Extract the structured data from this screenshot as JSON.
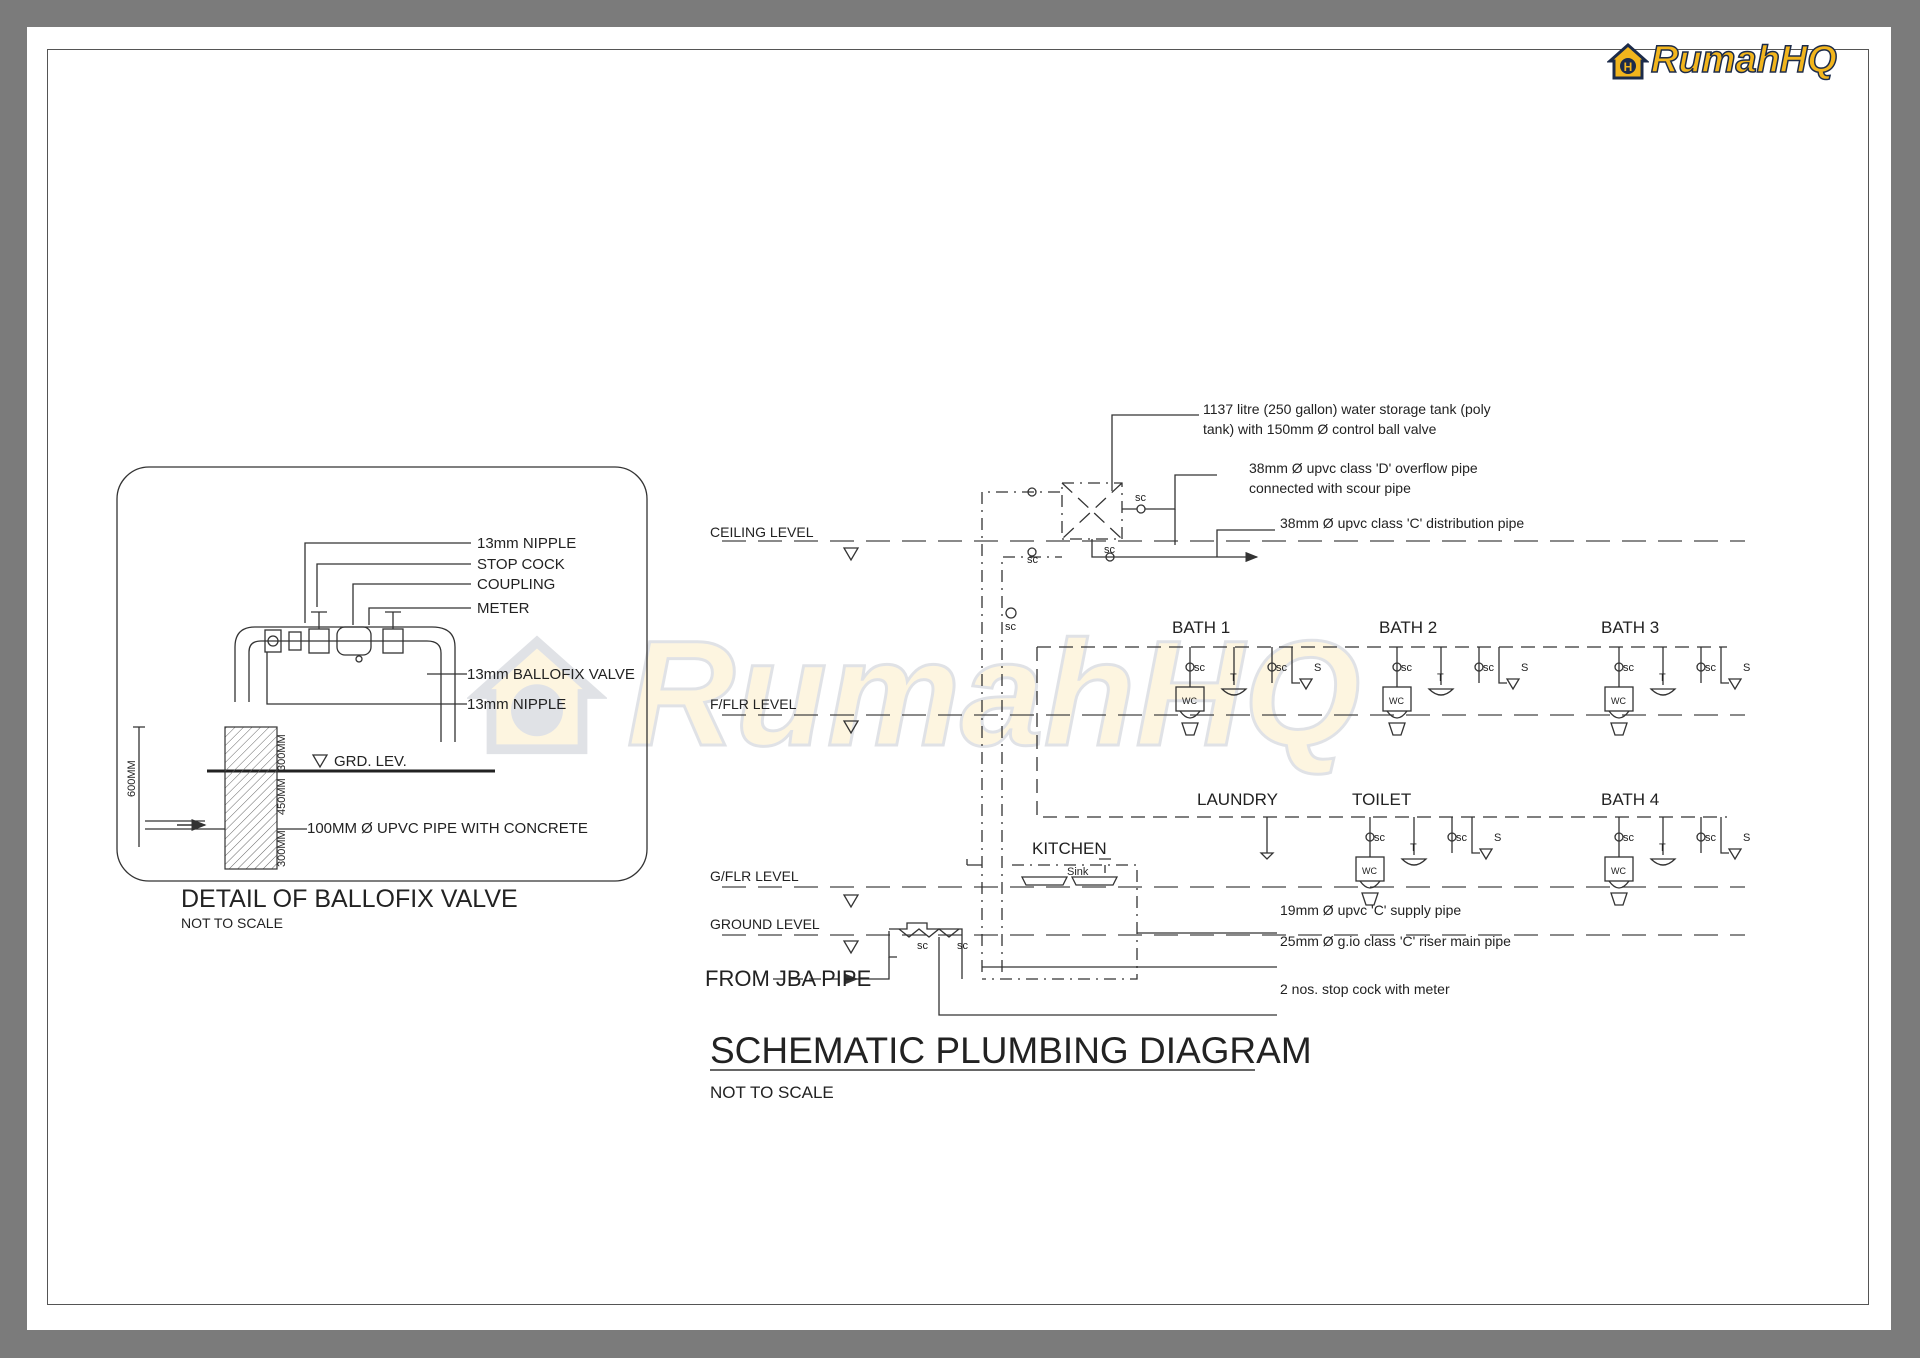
{
  "logo": {
    "text": "RumahHQ"
  },
  "watermark": {
    "text": "RumahHQ"
  },
  "ballofix": {
    "labels": {
      "nipple_top": "13mm NIPPLE",
      "stop_cock": "STOP COCK",
      "coupling": "COUPLING",
      "meter": "METER",
      "ballofix_valve": "13mm BALLOFIX VALVE",
      "nipple_bottom": "13mm NIPPLE",
      "grd_lev": "GRD. LEV.",
      "pipe": "100MM Ø UPVC PIPE WITH CONCRETE",
      "dim_600": "600MM",
      "dim_300_top": "300MM",
      "dim_450": "450MM",
      "dim_300_bottom": "300MM"
    },
    "title": "DETAIL OF BALLOFIX VALVE",
    "subtitle": "NOT TO SCALE"
  },
  "schematic": {
    "levels": {
      "ceiling": "CEILING LEVEL",
      "first_floor": "F/FLR LEVEL",
      "ground_floor": "G/FLR LEVEL",
      "ground": "GROUND LEVEL"
    },
    "rooms": {
      "bath1": "BATH 1",
      "bath2": "BATH 2",
      "bath3": "BATH 3",
      "laundry": "LAUNDRY",
      "toilet": "TOILET",
      "bath4": "BATH 4",
      "kitchen": "KITCHEN",
      "sink": "Sink"
    },
    "fixture_codes": {
      "sc": "sc",
      "wc": "WC",
      "tap": "T",
      "shower": "S"
    },
    "notes": {
      "tank_line1": "1137 litre (250 gallon) water storage tank (poly",
      "tank_line2": "tank) with 150mm Ø control ball valve",
      "overflow_line1": "38mm Ø upvc class 'D' overflow pipe",
      "overflow_line2": "connected with scour pipe",
      "distribution": "38mm Ø upvc class 'C' distribution pipe",
      "supply": "19mm Ø upvc 'C' supply pipe",
      "riser": "25mm Ø g.io class 'C' riser main pipe",
      "stop_cock": "2 nos. stop cock with meter"
    },
    "from_jba": "FROM JBA PIPE",
    "title": "SCHEMATIC PLUMBING DIAGRAM",
    "subtitle": "NOT TO SCALE"
  }
}
